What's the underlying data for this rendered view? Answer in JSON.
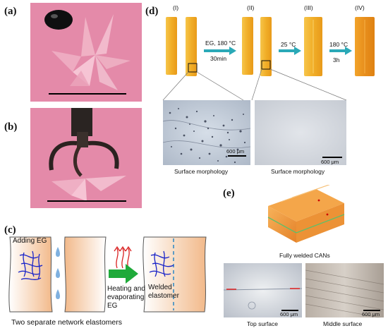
{
  "panels": {
    "a": {
      "label": "(a)"
    },
    "b": {
      "label": "(b)"
    },
    "c": {
      "label": "(c)",
      "adding": "Adding EG",
      "heating_line1": "Heating and",
      "heating_line2": "evaporating",
      "heating_line3": "EG",
      "welded_line1": "Welded",
      "welded_line2": "elastomer",
      "caption": "Two separate network elastomers"
    },
    "d": {
      "label": "(d)",
      "stages": [
        "(I)",
        "(II)",
        "(III)",
        "(IV)"
      ],
      "step1_top": "EG, 180 °C",
      "step1_bottom": "30min",
      "step2_top": "25 °C",
      "step3_top": "180 °C",
      "step3_bottom": "3h",
      "micro_scale": "600 μm",
      "micro_left_caption": "Surface morphology",
      "micro_right_caption": "Surface morphology"
    },
    "e": {
      "label": "(e)",
      "block_caption": "Fully welded CANs",
      "top_caption": "Top surface",
      "middle_caption": "Middle surface",
      "micro_scale": "600 μm"
    }
  },
  "colors": {
    "pink_bg": "#e38aa8",
    "film_amber": "#f1ae28",
    "arrow_teal": "#2aa9b7",
    "arrow_green": "#1faa3a",
    "heat_red": "#d92020",
    "network_blue": "#1a24c8",
    "drop_blue": "#7fb1e0",
    "weld_line": "#2b86c4"
  }
}
